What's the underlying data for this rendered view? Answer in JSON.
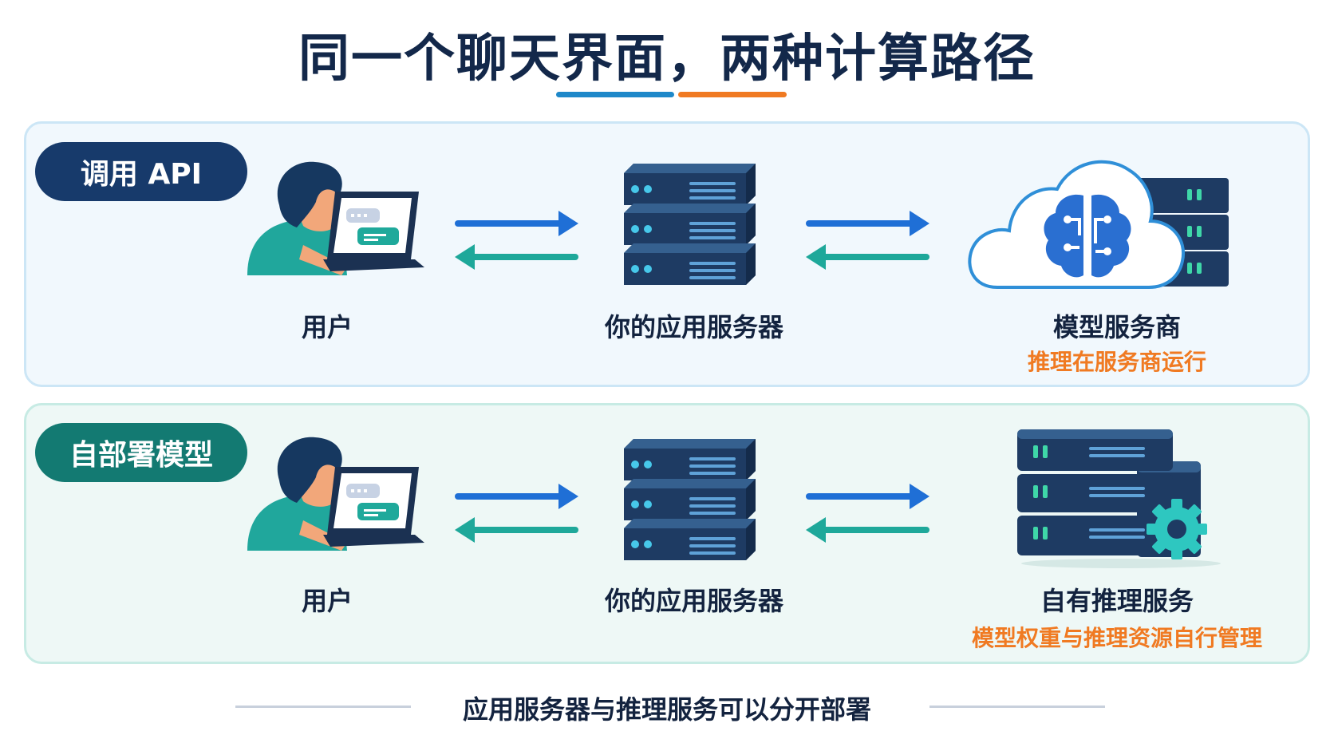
{
  "title": "同一个聊天界面，两种计算路径",
  "rows": [
    {
      "tag": "调用 API",
      "user_label": "用户",
      "server_label": "你的应用服务器",
      "target_label": "模型服务商",
      "target_sublabel": "推理在服务商运行"
    },
    {
      "tag": "自部署模型",
      "user_label": "用户",
      "server_label": "你的应用服务器",
      "target_label": "自有推理服务",
      "target_sublabel": "模型权重与推理资源自行管理"
    }
  ],
  "footer": "应用服务器与推理服务可以分开部署",
  "colors": {
    "title": "#13284a",
    "accent_blue": "#1e88c9",
    "accent_orange": "#f07a22",
    "api_tag": "#173a6b",
    "selfhost_tag": "#137a72",
    "arrow_forward": "#1f6fd6",
    "arrow_back": "#1ea89a"
  }
}
